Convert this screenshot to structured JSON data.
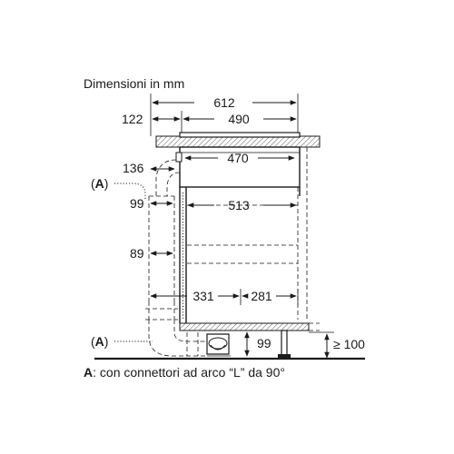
{
  "diagram": {
    "title": "Dimensioni in mm",
    "dims": {
      "overall_width": "612",
      "front_offset": "122",
      "cooktop_width": "490",
      "inner_box_width": "470",
      "duct_depth": "136",
      "cabinet_width": "513",
      "duct_clearance_top": "99",
      "duct_clearance_mid": "89",
      "left_section": "331",
      "right_section": "281",
      "plinth_height": "99",
      "min_plinth": "≥ 100"
    },
    "callouts": {
      "upper": "A",
      "lower": "A"
    },
    "legend": {
      "key": "A",
      "text": ": con connettori ad arco “L” da 90°"
    }
  }
}
